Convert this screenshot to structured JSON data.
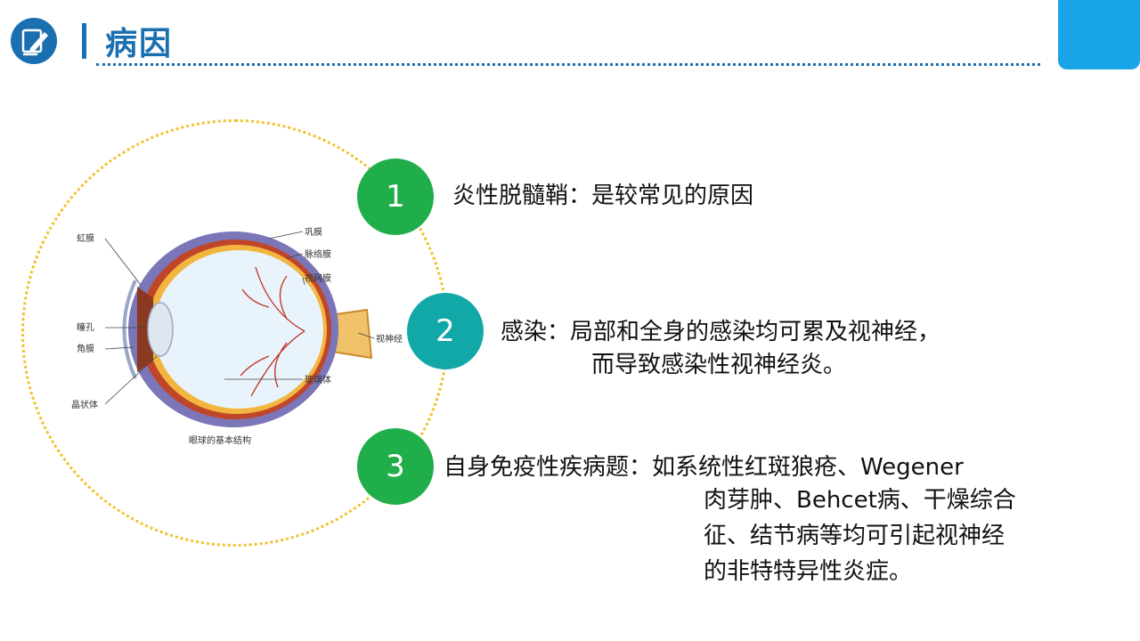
{
  "header": {
    "title": "病因"
  },
  "figure": {
    "caption": "眼球的基本结构",
    "labels": {
      "iris": "虹膜",
      "pupil": "瞳孔",
      "cornea": "角膜",
      "lens": "晶状体",
      "sclera": "巩膜",
      "choroid": "脉络膜",
      "retina": "视网膜",
      "optic_nerve": "视神经",
      "vitreous": "玻璃体"
    }
  },
  "items": [
    {
      "number": "1",
      "text": "炎性脱髓鞘：是较常见的原因"
    },
    {
      "number": "2",
      "lead": "感染：局部和全身的感染均可累及视神经，",
      "cont": "而导致感染性视神经炎。"
    },
    {
      "number": "3",
      "lead": "自身免疫性疾病题：如系统性红斑狼疮、Wegener",
      "lines": [
        "肉芽肿、Behcet病、干燥综合",
        "征、结节病等均可引起视神经",
        "的非特特异性炎症。"
      ]
    }
  ],
  "colors": {
    "brand_blue": "#1a6fb0",
    "corner_blue": "#1aa4e8",
    "green": "#1fae49",
    "teal": "#12a8a8",
    "ring_yellow": "#f2c12e"
  }
}
